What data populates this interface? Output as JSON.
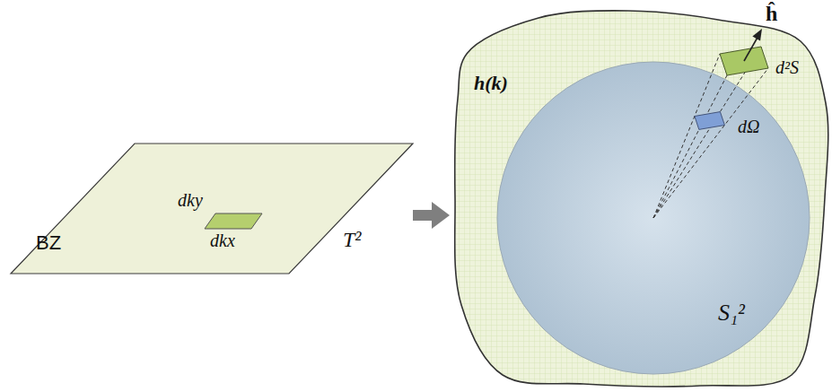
{
  "diagram": {
    "nodes": [
      {
        "text": [
          "BZ",
          "T²"
        ]
      },
      {
        "text": [
          "h(k)"
        ]
      },
      {
        "text": [
          "S₁²"
        ],
        "in": 1
      }
    ],
    "edges": [
      {
        "from": 0,
        "to": 1,
        "arrow": "to"
      }
    ],
    "labels": [
      "dky",
      "dkx",
      "ĥ",
      "d²S",
      "dΩ"
    ]
  }
}
